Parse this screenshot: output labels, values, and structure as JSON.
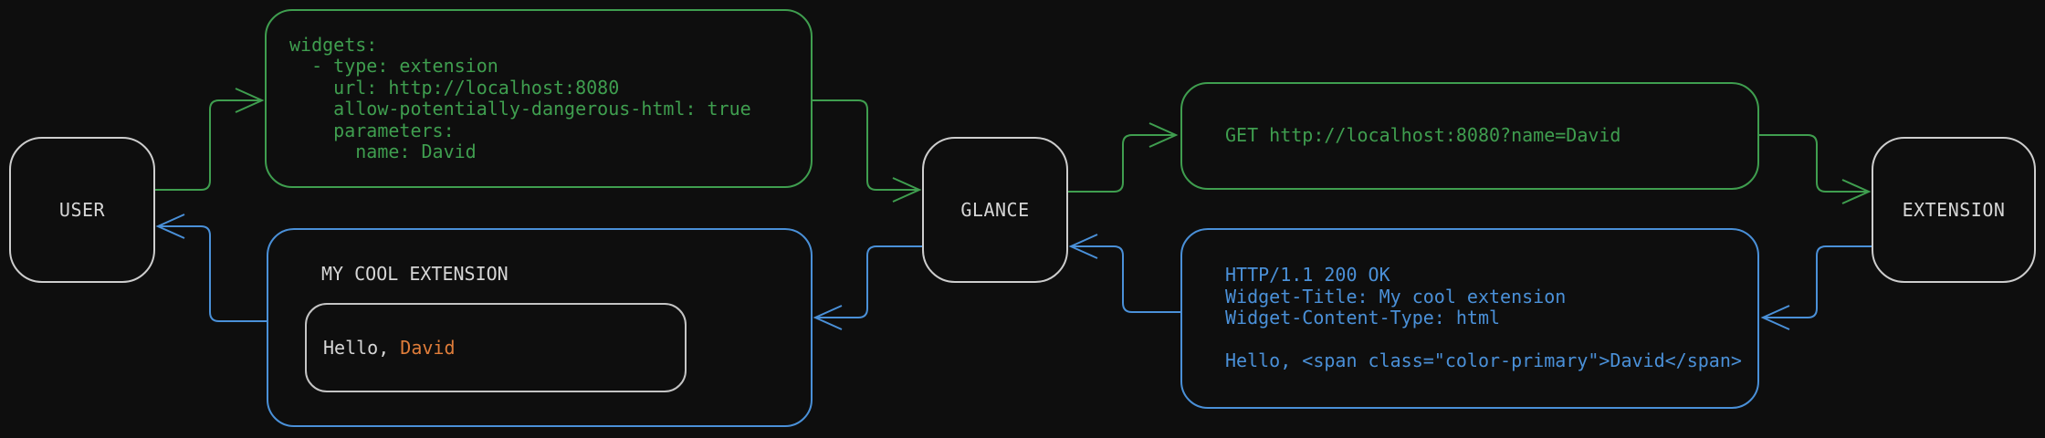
{
  "nodes": {
    "user": {
      "label": "USER"
    },
    "glance": {
      "label": "GLANCE"
    },
    "extension": {
      "label": "EXTENSION"
    }
  },
  "config_box": {
    "code": "widgets:\n  - type: extension\n    url: http://localhost:8080\n    allow-potentially-dangerous-html: true\n    parameters:\n      name: David"
  },
  "request_box": {
    "code": "GET http://localhost:8080?name=David"
  },
  "response_box": {
    "code": "HTTP/1.1 200 OK\nWidget-Title: My cool extension\nWidget-Content-Type: html\n\nHello, <span class=\"color-primary\">David</span>"
  },
  "widget_box": {
    "title": "MY COOL EXTENSION",
    "greeting_prefix": "Hello, ",
    "greeting_name": "David"
  },
  "colors": {
    "green": "#3f9e4f",
    "blue": "#4a90d8",
    "orange": "#e07d3a",
    "gray_text": "#d6d6d6",
    "node_border": "#cdcdcd",
    "inner_border": "#c4c4c4",
    "background": "#0e0e0e"
  }
}
